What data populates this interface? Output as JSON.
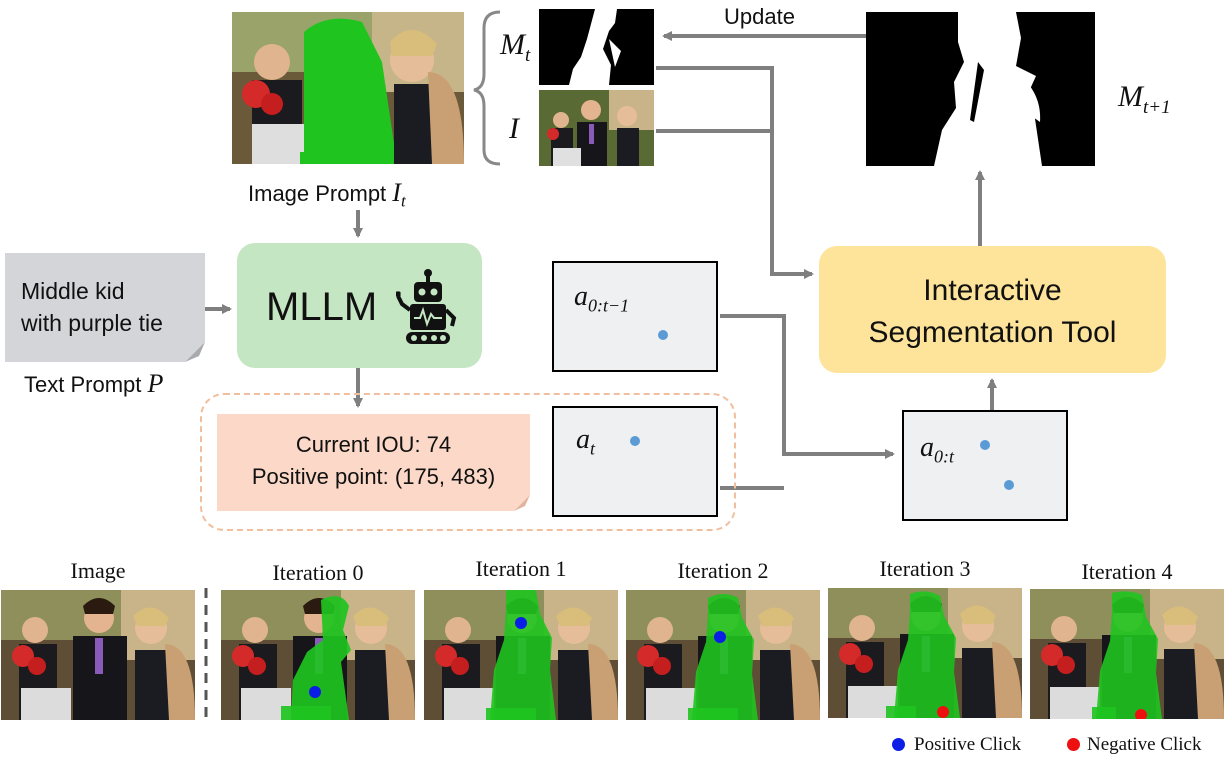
{
  "top": {
    "image_prompt_label": "Image Prompt",
    "image_prompt_var": "I",
    "image_prompt_sub": "t",
    "mask_var": "M",
    "mask_sub": "t",
    "image_var": "I",
    "next_mask_var": "M",
    "next_mask_sub": "t+1",
    "update_label": "Update"
  },
  "text_prompt": {
    "line1": "Middle kid",
    "line2": "with purple tie",
    "caption": "Text Prompt",
    "caption_var": "P"
  },
  "mllm": {
    "label": "MLLM",
    "icon": "robot-icon"
  },
  "feedback": {
    "line1": "Current IOU: 74",
    "line2": "Positive point: (175, 483)"
  },
  "tool": {
    "line1": "Interactive",
    "line2": "Segmentation Tool"
  },
  "actions": {
    "prev_var": "a",
    "prev_sub": "0:t−1",
    "cur_var": "a",
    "cur_sub": "t",
    "all_var": "a",
    "all_sub": "0:t"
  },
  "bottom": {
    "image_label": "Image",
    "iterations": [
      "Iteration 0",
      "Iteration 1",
      "Iteration 2",
      "Iteration 3",
      "Iteration 4"
    ]
  },
  "legend": {
    "positive": "Positive Click",
    "negative": "Negative Click"
  },
  "colors": {
    "mllm_box": "#c5e6c3",
    "tool_box": "#fde49a",
    "feedback_box": "#fbd8c7",
    "text_note": "#d4d5d9",
    "positive_click": "#0a1ee6",
    "negative_click": "#ee1010",
    "point_dot": "#5b9bd5",
    "arrow": "#7f7f7f",
    "segment_mask": "#1fc41f"
  }
}
